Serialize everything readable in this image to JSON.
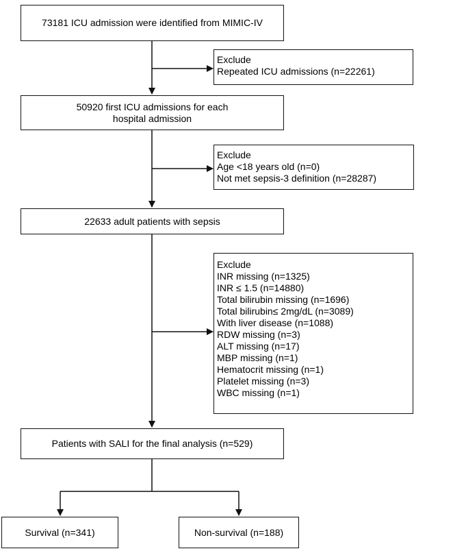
{
  "boxes": {
    "b1": "73181 ICU admission were identified from MIMIC-IV",
    "b2": "50920 first ICU admissions for each hospital admission",
    "b3": "22633 adult patients with sepsis",
    "b4": "Patients with SALI for the final analysis (n=529)",
    "b5": "Survival (n=341)",
    "b6": "Non-survival (n=188)"
  },
  "exclusions": {
    "e1": [
      "Exclude",
      "Repeated ICU admissions (n=22261)"
    ],
    "e2": [
      "Exclude",
      "Age <18 years old (n=0)",
      "Not met sepsis-3 definition (n=28287)"
    ],
    "e3": [
      "Exclude",
      "INR missing (n=1325)",
      "INR ≤ 1.5 (n=14880)",
      "Total bilirubin missing (n=1696)",
      "Total bilirubin≤ 2mg/dL (n=3089)",
      "With liver disease (n=1088)",
      "RDW missing (n=3)",
      "ALT missing (n=17)",
      "MBP missing (n=1)",
      "Hematocrit missing (n=1)",
      "Platelet  missing (n=3)",
      "WBC missing (n=1)"
    ]
  },
  "colors": {
    "stroke": "#111111",
    "background": "#ffffff"
  }
}
